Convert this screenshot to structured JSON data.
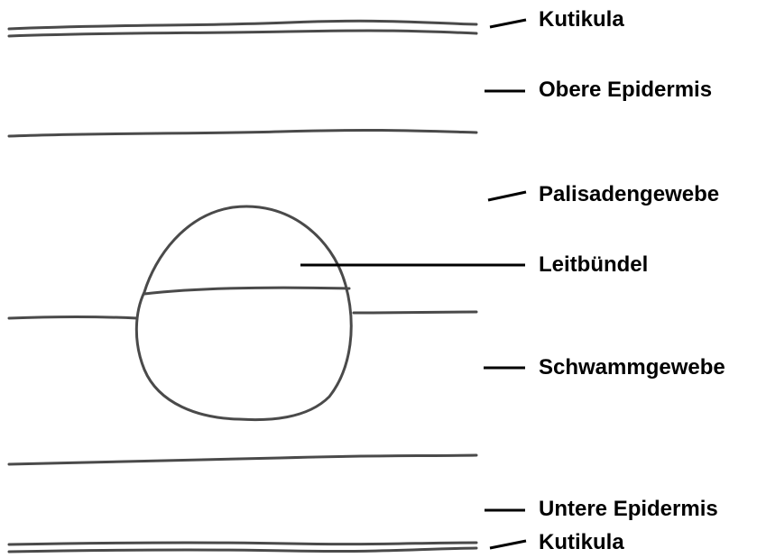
{
  "diagram": {
    "labels": {
      "kutikula_top": "Kutikula",
      "obere_epidermis": "Obere Epidermis",
      "palisadengewebe": "Palisadengewebe",
      "leitbuendel": "Leitbündel",
      "schwammgewebe": "Schwammgewebe",
      "untere_epidermis": "Untere Epidermis",
      "kutikula_bottom": "Kutikula"
    }
  }
}
